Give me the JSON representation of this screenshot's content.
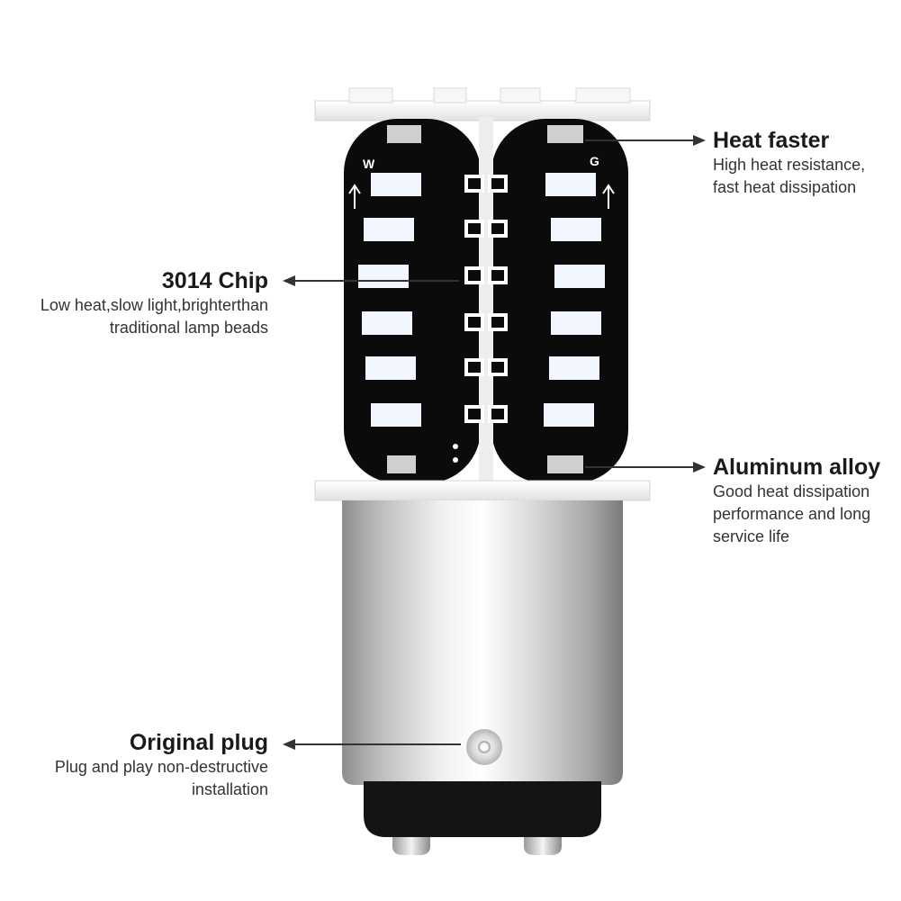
{
  "product": {
    "pcb_markings": {
      "left": "W",
      "right": "G"
    }
  },
  "callouts": [
    {
      "id": "heat-faster",
      "title": "Heat faster",
      "lines": [
        "High heat resistance,",
        "fast heat dissipation"
      ]
    },
    {
      "id": "chip",
      "title": "3014 Chip",
      "lines": [
        "Low heat,slow light,brighterthan",
        "traditional lamp beads"
      ]
    },
    {
      "id": "aluminum",
      "title": "Aluminum alloy",
      "lines": [
        "Good heat dissipation",
        "performance and long",
        "service life"
      ]
    },
    {
      "id": "plug",
      "title": "Original plug",
      "lines": [
        "Plug and play non-destructive",
        "installation"
      ]
    }
  ],
  "colors": {
    "pcb": "#0b0b0b",
    "led_chip": "#f2f6ff",
    "housing": "#f3f3f3",
    "base_metal": "#c8c8c8",
    "plug_black": "#141414",
    "arrow": "#333333"
  }
}
